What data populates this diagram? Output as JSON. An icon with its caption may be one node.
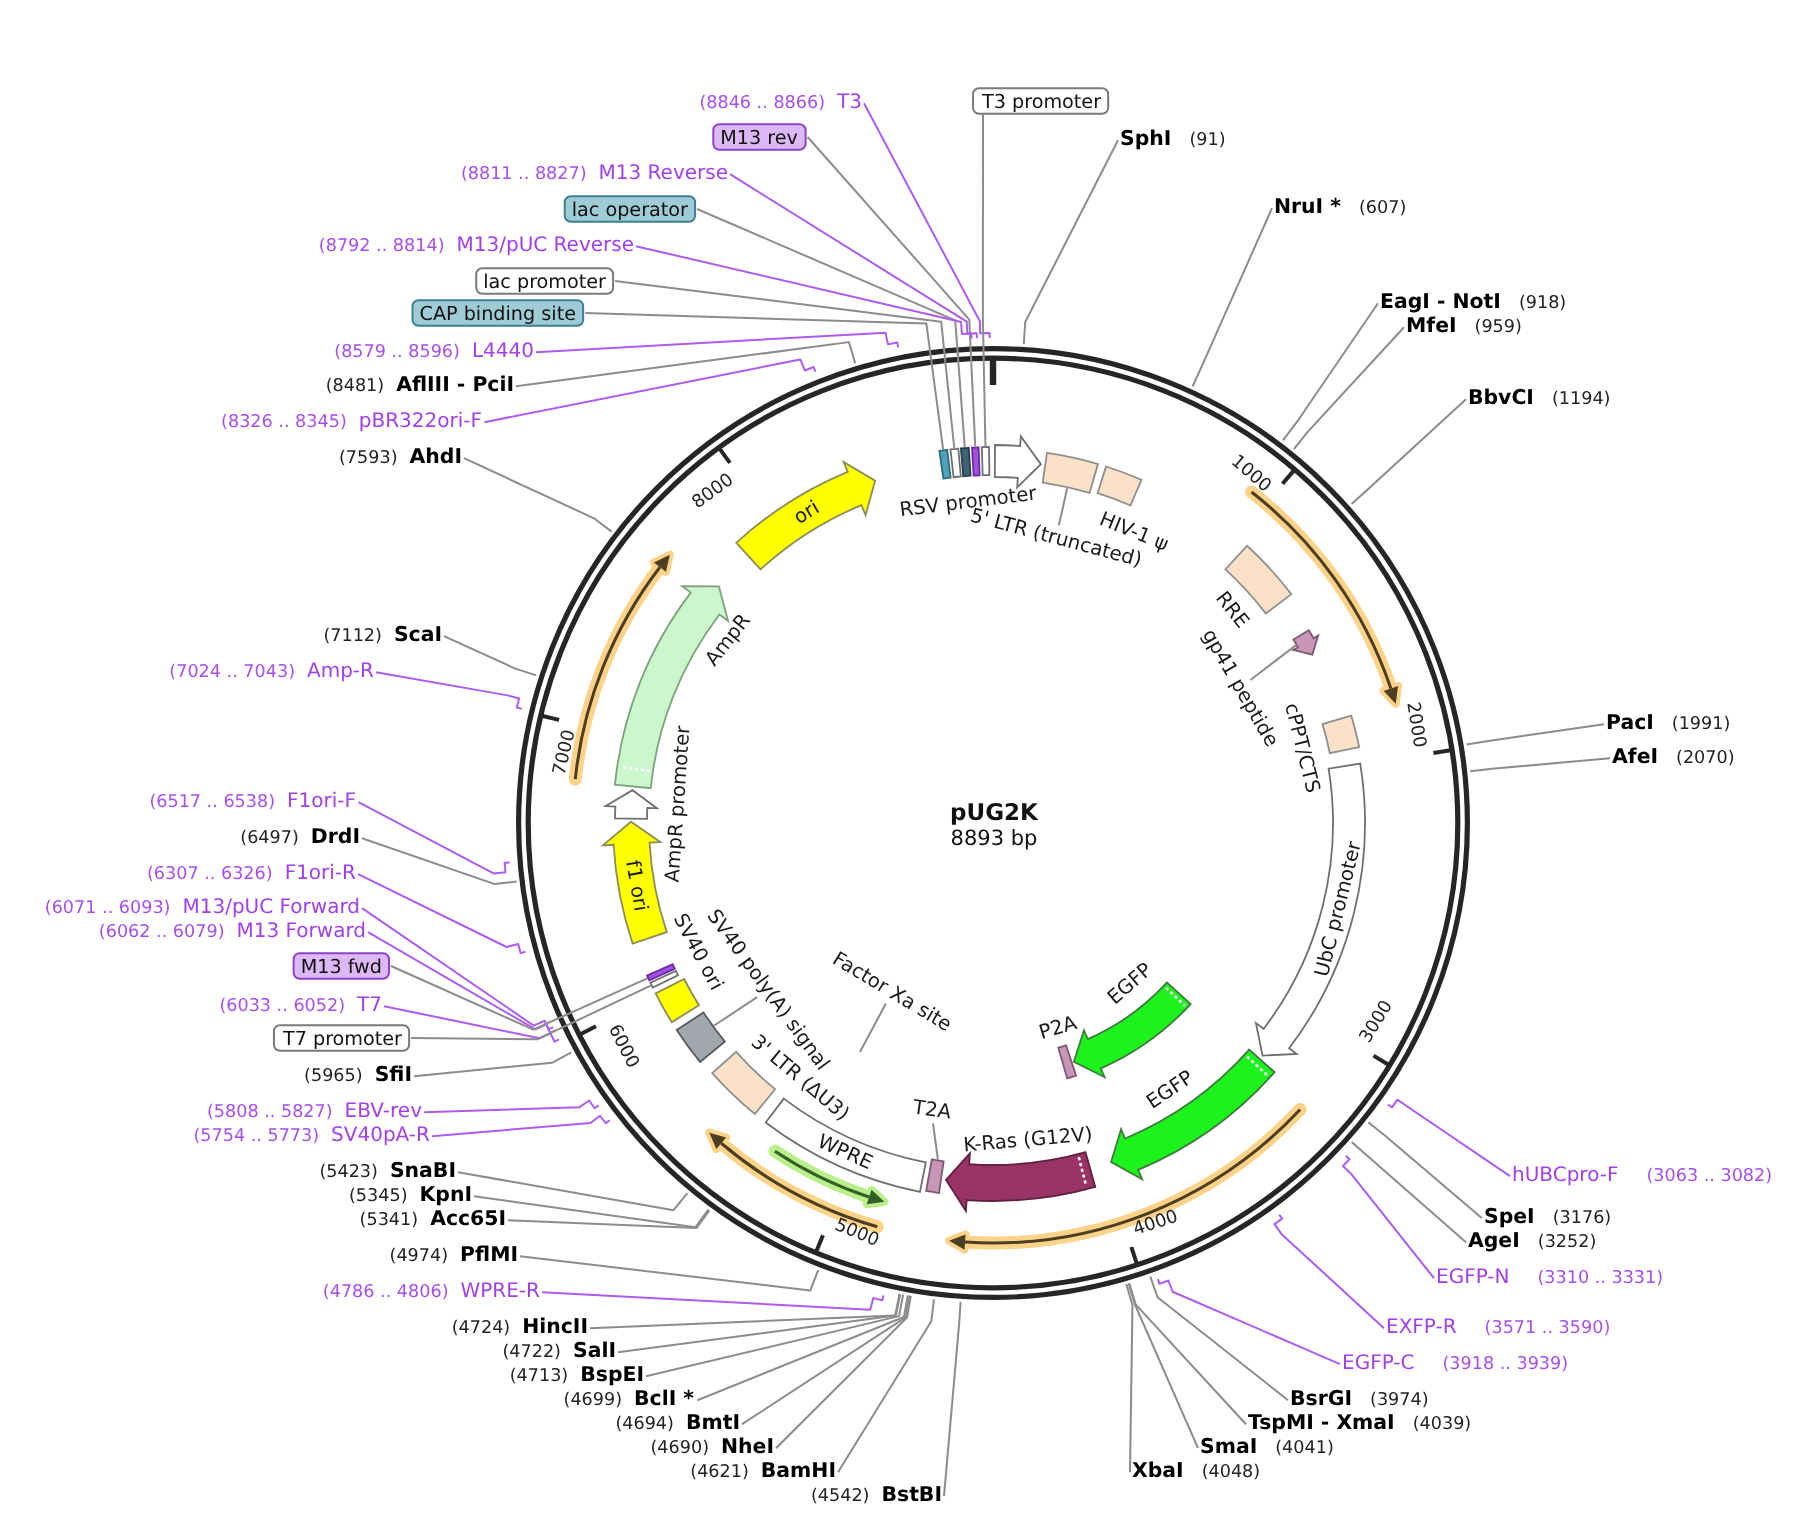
{
  "diagram": {
    "nodes": [
      {
        "text": [
          "(8846 .. 8866)",
          "T3"
        ]
      },
      {
        "text": [
          "M13 rev"
        ]
      },
      {
        "text": [
          "(8811 .. 8827)",
          "M13 Reverse"
        ]
      },
      {
        "text": [
          "lac operator"
        ]
      },
      {
        "text": [
          "(8792 .. 8814)",
          "M13/pUC Reverse"
        ]
      },
      {
        "text": [
          "lac promoter"
        ]
      },
      {
        "text": [
          "CAP binding site"
        ]
      },
      {
        "text": [
          "(8579 .. 8596)",
          "L4440"
        ]
      },
      {
        "text": [
          "(8481)",
          "AflIII - PciI"
        ]
      },
      {
        "text": [
          "(8326 .. 8345)",
          "pBR322ori-F"
        ]
      },
      {
        "text": [
          "(7593)",
          "AhdI"
        ]
      },
      {
        "text": [
          "(7112)",
          "ScaI"
        ]
      },
      {
        "text": [
          "(7024 .. 7043)",
          "Amp-R"
        ]
      },
      {
        "text": [
          "(6517 .. 6538)",
          "F1ori-F"
        ]
      },
      {
        "text": [
          "(6497)",
          "DrdI"
        ]
      },
      {
        "text": [
          "(6307 .. 6326)",
          "F1ori-R"
        ]
      },
      {
        "text": [
          "(6071 .. 6093)",
          "M13/pUC Forward"
        ]
      },
      {
        "text": [
          "(6062 .. 6079)",
          "M13 Forward"
        ]
      },
      {
        "text": [
          "M13 fwd"
        ]
      },
      {
        "text": [
          "(6033 .. 6052)",
          "T7"
        ]
      },
      {
        "text": [
          "T7 promoter"
        ]
      },
      {
        "text": [
          "(5965)",
          "SfiI"
        ]
      },
      {
        "text": [
          "(5808 .. 5827)",
          "EBV-rev"
        ]
      },
      {
        "text": [
          "(5754 .. 5773)",
          "SV40pA-R"
        ]
      },
      {
        "text": [
          "(5423)",
          "SnaBI"
        ]
      },
      {
        "text": [
          "(5345)",
          "KpnI"
        ]
      },
      {
        "text": [
          "(5341)",
          "Acc65I"
        ]
      },
      {
        "text": [
          "(4974)",
          "PflMI"
        ]
      },
      {
        "text": [
          "(4786 .. 4806)",
          "WPRE-R"
        ]
      },
      {
        "text": [
          "(4724)",
          "HincII"
        ]
      },
      {
        "text": [
          "(4722)",
          "SalI"
        ]
      },
      {
        "text": [
          "(4713)",
          "BspEI"
        ]
      },
      {
        "text": [
          "(4699)",
          "BclI *"
        ]
      },
      {
        "text": [
          "(4694)",
          "BmtI"
        ]
      },
      {
        "text": [
          "(4690)",
          "NheI"
        ]
      },
      {
        "text": [
          "(4621)",
          "BamHI"
        ]
      },
      {
        "text": [
          "(4542)",
          "BstBI"
        ]
      },
      {
        "text": [
          "T3 promoter"
        ]
      },
      {
        "text": [
          "SphI",
          "(91)"
        ]
      },
      {
        "text": [
          "NruI *",
          "(607)"
        ]
      },
      {
        "text": [
          "EagI - NotI",
          "(918)"
        ]
      },
      {
        "text": [
          "MfeI",
          "(959)"
        ]
      },
      {
        "text": [
          "BbvCI",
          "(1194)"
        ]
      },
      {
        "text": [
          "PacI",
          "(1991)"
        ]
      },
      {
        "text": [
          "AfeI",
          "(2070)"
        ]
      },
      {
        "text": [
          "hUBCpro-F",
          "(3063 .. 3082)"
        ]
      },
      {
        "text": [
          "SpeI",
          "(3176)"
        ]
      },
      {
        "text": [
          "AgeI",
          "(3252)"
        ]
      },
      {
        "text": [
          "EGFP-N",
          "(3310 .. 3331)"
        ]
      },
      {
        "text": [
          "EXFP-R",
          "(3571 .. 3590)"
        ]
      },
      {
        "text": [
          "EGFP-C",
          "(3918 .. 3939)"
        ]
      },
      {
        "text": [
          "BsrGI",
          "(3974)"
        ]
      },
      {
        "text": [
          "TspMI - XmaI",
          "(4039)"
        ]
      },
      {
        "text": [
          "SmaI",
          "(4041)"
        ]
      },
      {
        "text": [
          "XbaI",
          "(4048)"
        ]
      },
      {
        "text": [],
        "shape": "box"
      },
      {
        "text": [],
        "shape": "box"
      },
      {
        "text": [],
        "shape": "box"
      },
      {
        "text": [],
        "shape": "box"
      },
      {
        "text": [],
        "shape": "box"
      },
      {
        "text": [
          "RSV promoter"
        ]
      },
      {
        "text": [
          "5' LTR (truncated)"
        ]
      },
      {
        "text": [],
        "shape": "box"
      },
      {
        "text": [
          "HIV-1 ψ"
        ]
      },
      {
        "text": [
          "RRE"
        ]
      },
      {
        "text": [
          "gp41 peptide"
        ]
      },
      {
        "text": [],
        "shape": "arrow"
      },
      {
        "text": [
          "cPPT/CTS"
        ]
      },
      {
        "text": [
          "UbC promoter"
        ]
      },
      {
        "text": [
          "EGFP"
        ]
      },
      {
        "text": [
          "EGFP"
        ]
      },
      {
        "text": [
          "P2A"
        ]
      },
      {
        "text": [
          "K-Ras (G12V)"
        ]
      },
      {
        "text": [
          "T2A"
        ]
      },
      {
        "text": [],
        "shape": "box"
      },
      {
        "text": [
          "Factor Xa site"
        ]
      },
      {
        "text": [
          "WPRE"
        ]
      },
      {
        "text": [
          "3' LTR (ΔU3)"
        ]
      },
      {
        "text": [
          "SV40 poly(A) signal"
        ]
      },
      {
        "text": [],
        "shape": "box"
      },
      {
        "text": [
          "SV40 ori"
        ]
      },
      {
        "text": [],
        "shape": "box"
      },
      {
        "text": [],
        "shape": "box"
      },
      {
        "text": [
          "f1 ori"
        ]
      },
      {
        "text": [
          "AmpR promoter"
        ]
      },
      {
        "text": [
          "AmpR"
        ]
      },
      {
        "text": [
          "ori"
        ]
      }
    ],
    "edges": [
      {
        "from": 0,
        "to": null,
        "arrow": "none",
        "color": "#ac5cf2"
      },
      {
        "from": 1,
        "to": 58,
        "arrow": "none"
      },
      {
        "from": 2,
        "to": null,
        "arrow": "none",
        "color": "#ac5cf2"
      },
      {
        "from": 3,
        "to": 57,
        "arrow": "none"
      },
      {
        "from": 4,
        "to": null,
        "arrow": "none",
        "color": "#ac5cf2"
      },
      {
        "from": 5,
        "to": 56,
        "arrow": "none"
      },
      {
        "from": 6,
        "to": 55,
        "arrow": "none"
      },
      {
        "from": 7,
        "to": null,
        "arrow": "none",
        "color": "#ac5cf2"
      },
      {
        "from": 8,
        "to": null,
        "arrow": "none"
      },
      {
        "from": 9,
        "to": null,
        "arrow": "none",
        "color": "#ac5cf2"
      },
      {
        "from": 10,
        "to": null,
        "arrow": "none"
      },
      {
        "from": 11,
        "to": null,
        "arrow": "none"
      },
      {
        "from": 12,
        "to": null,
        "arrow": "none",
        "color": "#ac5cf2"
      },
      {
        "from": 13,
        "to": null,
        "arrow": "none",
        "color": "#ac5cf2"
      },
      {
        "from": 14,
        "to": null,
        "arrow": "none"
      },
      {
        "from": 15,
        "to": null,
        "arrow": "none",
        "color": "#ac5cf2"
      },
      {
        "from": 16,
        "to": null,
        "arrow": "none",
        "color": "#ac5cf2"
      },
      {
        "from": 17,
        "to": null,
        "arrow": "none",
        "color": "#ac5cf2"
      },
      {
        "from": 18,
        "to": 82,
        "arrow": "none"
      },
      {
        "from": 19,
        "to": null,
        "arrow": "none",
        "color": "#ac5cf2"
      },
      {
        "from": 20,
        "to": 81,
        "arrow": "none"
      },
      {
        "from": 21,
        "to": null,
        "arrow": "none"
      },
      {
        "from": 22,
        "to": null,
        "arrow": "none",
        "color": "#ac5cf2"
      },
      {
        "from": 23,
        "to": null,
        "arrow": "none",
        "color": "#ac5cf2"
      },
      {
        "from": 24,
        "to": null,
        "arrow": "none"
      },
      {
        "from": 25,
        "to": null,
        "arrow": "none"
      },
      {
        "from": 26,
        "to": null,
        "arrow": "none"
      },
      {
        "from": 27,
        "to": null,
        "arrow": "none"
      },
      {
        "from": 28,
        "to": null,
        "arrow": "none",
        "color": "#ac5cf2"
      },
      {
        "from": 29,
        "to": null,
        "arrow": "none"
      },
      {
        "from": 30,
        "to": null,
        "arrow": "none"
      },
      {
        "from": 31,
        "to": null,
        "arrow": "none"
      },
      {
        "from": 32,
        "to": null,
        "arrow": "none"
      },
      {
        "from": 33,
        "to": null,
        "arrow": "none"
      },
      {
        "from": 34,
        "to": null,
        "arrow": "none"
      },
      {
        "from": 35,
        "to": null,
        "arrow": "none"
      },
      {
        "from": 36,
        "to": null,
        "arrow": "none"
      },
      {
        "from": 37,
        "to": 59,
        "arrow": "none"
      },
      {
        "from": 38,
        "to": null,
        "arrow": "none"
      },
      {
        "from": 39,
        "to": null,
        "arrow": "none"
      },
      {
        "from": 40,
        "to": null,
        "arrow": "none"
      },
      {
        "from": 41,
        "to": null,
        "arrow": "none"
      },
      {
        "from": 42,
        "to": null,
        "arrow": "none"
      },
      {
        "from": 43,
        "to": null,
        "arrow": "none"
      },
      {
        "from": 44,
        "to": null,
        "arrow": "none"
      },
      {
        "from": 45,
        "to": null,
        "arrow": "none",
        "color": "#ac5cf2"
      },
      {
        "from": 46,
        "to": null,
        "arrow": "none"
      },
      {
        "from": 47,
        "to": null,
        "arrow": "none"
      },
      {
        "from": 48,
        "to": null,
        "arrow": "none",
        "color": "#ac5cf2"
      },
      {
        "from": 49,
        "to": null,
        "arrow": "none",
        "color": "#ac5cf2"
      },
      {
        "from": 50,
        "to": null,
        "arrow": "none",
        "color": "#ac5cf2"
      },
      {
        "from": 51,
        "to": null,
        "arrow": "none"
      },
      {
        "from": 52,
        "to": null,
        "arrow": "none"
      },
      {
        "from": 53,
        "to": null,
        "arrow": "none"
      },
      {
        "from": 54,
        "to": null,
        "arrow": "none"
      },
      {
        "from": 61,
        "to": 62,
        "arrow": "none"
      },
      {
        "from": 65,
        "to": 66,
        "arrow": "none"
      },
      {
        "from": 73,
        "to": 74,
        "arrow": "none"
      },
      {
        "from": 75,
        "to": null,
        "arrow": "none"
      },
      {
        "from": 78,
        "to": 79,
        "arrow": "none"
      }
    ],
    "labels": [
      "pUG2K",
      "8893 bp",
      "1000",
      "2000",
      "3000",
      "4000",
      "5000",
      "6000",
      "7000",
      "8000"
    ]
  }
}
